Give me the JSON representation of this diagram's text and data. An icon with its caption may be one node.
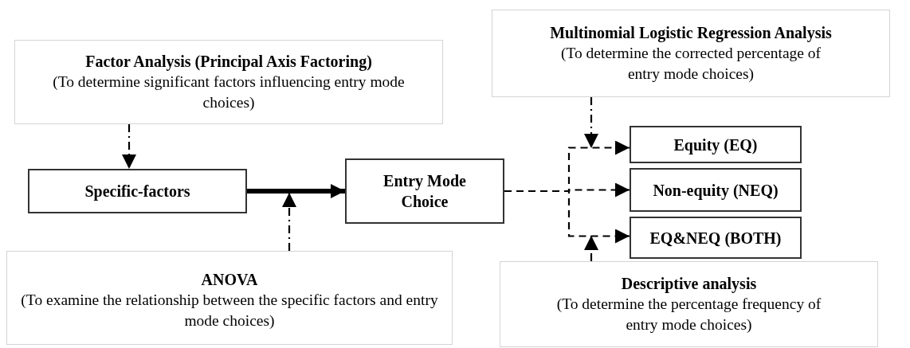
{
  "diagram": {
    "nodes": [
      {
        "text": [
          "Factor Analysis (Principal Axis Factoring)",
          "(To determine significant factors influencing entry mode choices)"
        ]
      },
      {
        "text": [
          "Multinomial Logistic Regression Analysis",
          "(To determine the corrected percentage of entry mode choices)"
        ]
      },
      {
        "text": [
          "Specific-factors"
        ]
      },
      {
        "text": [
          "Entry Mode Choice"
        ]
      },
      {
        "text": [
          "Equity (EQ)"
        ]
      },
      {
        "text": [
          "Non-equity (NEQ)"
        ]
      },
      {
        "text": [
          "EQ&NEQ (BOTH)"
        ]
      },
      {
        "text": [
          "ANOVA",
          "(To examine the relationship between the specific factors and entry mode choices)"
        ]
      },
      {
        "text": [
          "Descriptive analysis",
          "(To determine the percentage frequency of entry mode choices)"
        ]
      }
    ],
    "edges": [
      {
        "from": 0,
        "to": 2,
        "arrow": "to",
        "style": "dashed"
      },
      {
        "from": 2,
        "to": 3,
        "arrow": "to",
        "style": "thick"
      },
      {
        "from": 7,
        "to": null,
        "arrow": "to",
        "style": "dashed"
      },
      {
        "from": 3,
        "to": 4,
        "arrow": "to",
        "style": "dashed"
      },
      {
        "from": 3,
        "to": 5,
        "arrow": "to",
        "style": "dashed"
      },
      {
        "from": 3,
        "to": 6,
        "arrow": "to",
        "style": "dashed"
      },
      {
        "from": 1,
        "to": null,
        "arrow": "to",
        "style": "dashed"
      },
      {
        "from": 8,
        "to": null,
        "arrow": "to",
        "style": "dashed"
      }
    ]
  }
}
